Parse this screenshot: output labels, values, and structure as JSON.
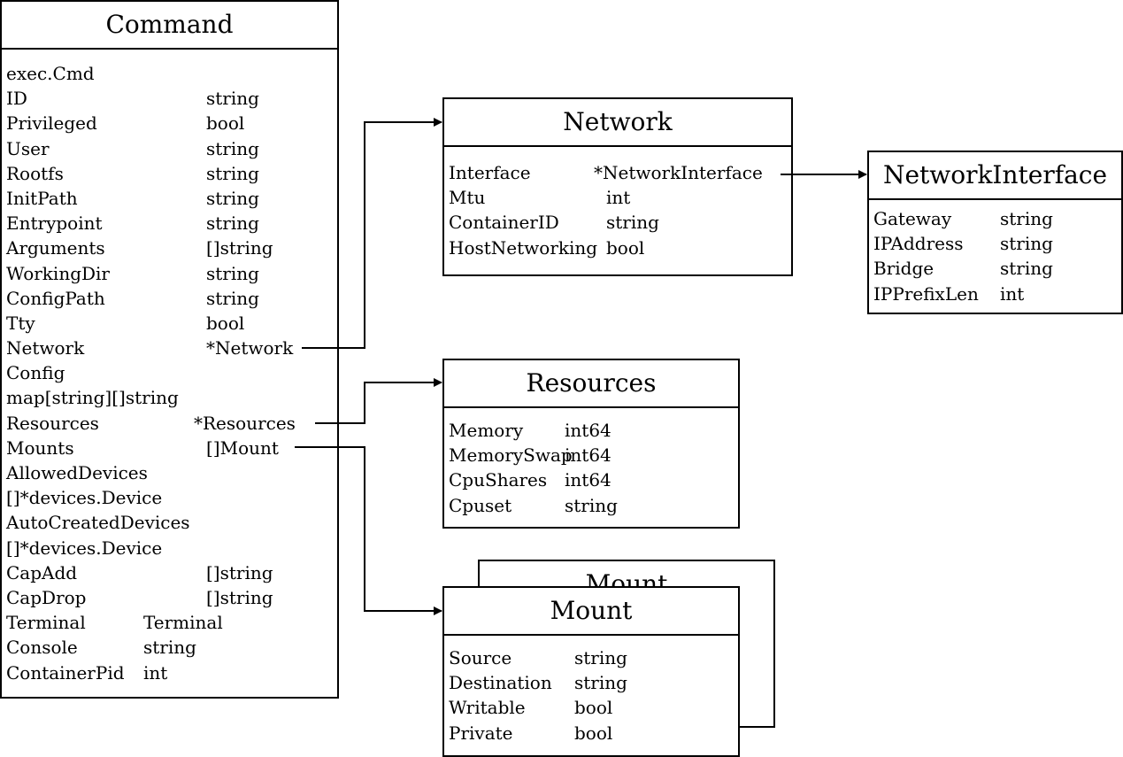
{
  "command": {
    "title": "Command",
    "fields": [
      {
        "name": "exec.Cmd",
        "type": ""
      },
      {
        "name": "ID",
        "type": "string"
      },
      {
        "name": "Privileged",
        "type": "bool"
      },
      {
        "name": "User",
        "type": "string"
      },
      {
        "name": "Rootfs",
        "type": "string"
      },
      {
        "name": "InitPath",
        "type": "string"
      },
      {
        "name": "Entrypoint",
        "type": "string"
      },
      {
        "name": "Arguments",
        "type": "[]string"
      },
      {
        "name": "WorkingDir",
        "type": "string"
      },
      {
        "name": "ConfigPath",
        "type": "string"
      },
      {
        "name": "Tty",
        "type": "bool"
      },
      {
        "name": "Network",
        "type": "*Network"
      },
      {
        "name": "Config",
        "type": ""
      },
      {
        "name": "map[string][]string",
        "type": ""
      },
      {
        "name": "Resources",
        "type": "*Resources"
      },
      {
        "name": "Mounts",
        "type": "[]Mount"
      },
      {
        "name": "AllowedDevices",
        "type": ""
      },
      {
        "name": "[]*devices.Device",
        "type": ""
      },
      {
        "name": "AutoCreatedDevices",
        "type": ""
      },
      {
        "name": "[]*devices.Device",
        "type": ""
      },
      {
        "name": "CapAdd",
        "type": "[]string"
      },
      {
        "name": "CapDrop",
        "type": "[]string"
      },
      {
        "name": "Terminal",
        "type": "Terminal"
      },
      {
        "name": "Console",
        "type": "string"
      },
      {
        "name": "ContainerPid",
        "type": "int"
      }
    ]
  },
  "network": {
    "title": "Network",
    "fields": [
      {
        "name": "Interface",
        "type": "*NetworkInterface"
      },
      {
        "name": "Mtu",
        "type": "int"
      },
      {
        "name": "ContainerID",
        "type": "string"
      },
      {
        "name": "HostNetworking",
        "type": "bool"
      }
    ]
  },
  "network_interface": {
    "title": "NetworkInterface",
    "fields": [
      {
        "name": "Gateway",
        "type": "string"
      },
      {
        "name": "IPAddress",
        "type": "string"
      },
      {
        "name": "Bridge",
        "type": "string"
      },
      {
        "name": "IPPrefixLen",
        "type": "int"
      }
    ]
  },
  "resources": {
    "title": "Resources",
    "fields": [
      {
        "name": "Memory",
        "type": "int64"
      },
      {
        "name": "MemorySwap",
        "type": "int64"
      },
      {
        "name": "CpuShares",
        "type": "int64"
      },
      {
        "name": "Cpuset",
        "type": "string"
      }
    ]
  },
  "mount": {
    "title": "Mount",
    "shadow_title": "Mount",
    "fields": [
      {
        "name": "Source",
        "type": "string"
      },
      {
        "name": "Destination",
        "type": "string"
      },
      {
        "name": "Writable",
        "type": "bool"
      },
      {
        "name": "Private",
        "type": "bool"
      }
    ]
  }
}
